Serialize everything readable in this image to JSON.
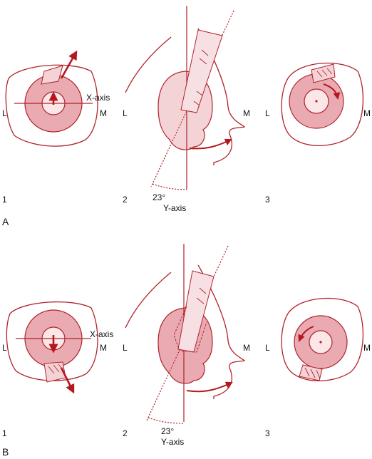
{
  "colors": {
    "line": "#b0232a",
    "arrow": "#b5171f",
    "disc": "#e9aab2",
    "disc_light": "#f4d3d7",
    "pupil": "#fbe6e8",
    "text": "#111111"
  },
  "rows": [
    {
      "label": "A",
      "panels": [
        {
          "number": "1",
          "side_left": "L",
          "side_right": "M",
          "axis_label": "X-axis"
        },
        {
          "number": "2",
          "side_left": "L",
          "side_right": "M",
          "axis_label": "Y-axis",
          "angle_label": "23°"
        },
        {
          "number": "3",
          "side_left": "L",
          "side_right": "M"
        }
      ]
    },
    {
      "label": "B",
      "panels": [
        {
          "number": "1",
          "side_left": "L",
          "side_right": "M",
          "axis_label": "X-axis"
        },
        {
          "number": "2",
          "side_left": "L",
          "side_right": "M",
          "axis_label": "Y-axis",
          "angle_label": "23°"
        },
        {
          "number": "3",
          "side_left": "L",
          "side_right": "M"
        }
      ]
    }
  ]
}
